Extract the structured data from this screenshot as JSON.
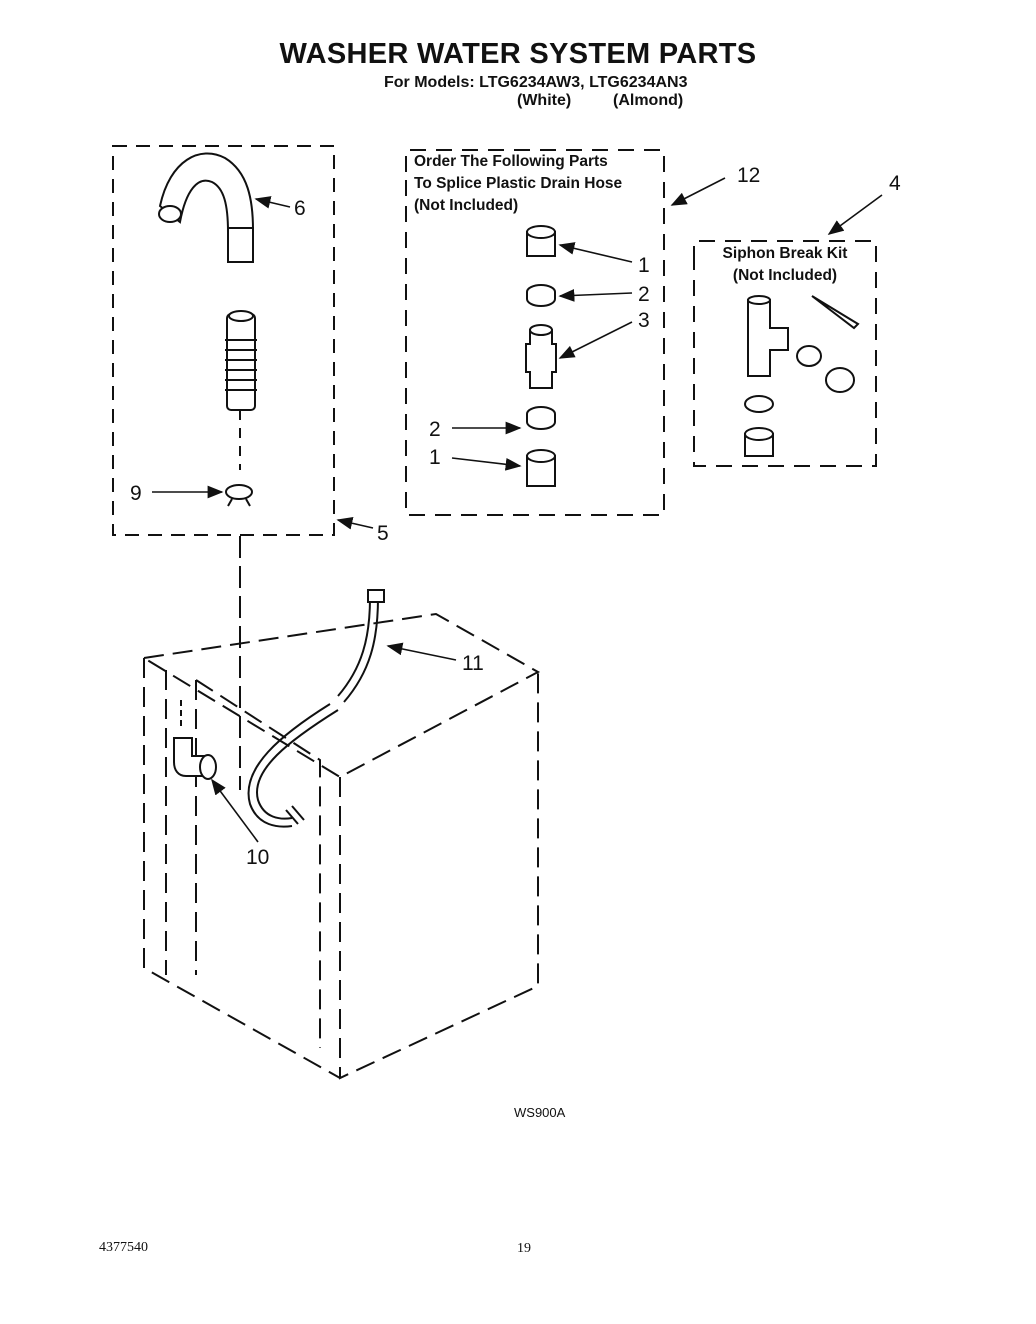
{
  "title": "WASHER WATER SYSTEM PARTS",
  "models": "For Models: LTG6234AW3, LTG6234AN3",
  "color_white": "(White)",
  "color_almond": "(Almond)",
  "splice_note": {
    "line1": "Order The Following Parts",
    "line2": "To Splice Plastic Drain Hose",
    "line3": "(Not Included)"
  },
  "siphon_note": {
    "line1": "Siphon Break Kit",
    "line2": "(Not Included)"
  },
  "callouts": {
    "c6": "6",
    "c9": "9",
    "c5": "5",
    "c12": "12",
    "c4": "4",
    "c1a": "1",
    "c2a": "2",
    "c3": "3",
    "c2b": "2",
    "c1b": "1",
    "c11": "11",
    "c10": "10"
  },
  "illustration_code": "WS900A",
  "doc_number": "4377540",
  "page_number": "19"
}
